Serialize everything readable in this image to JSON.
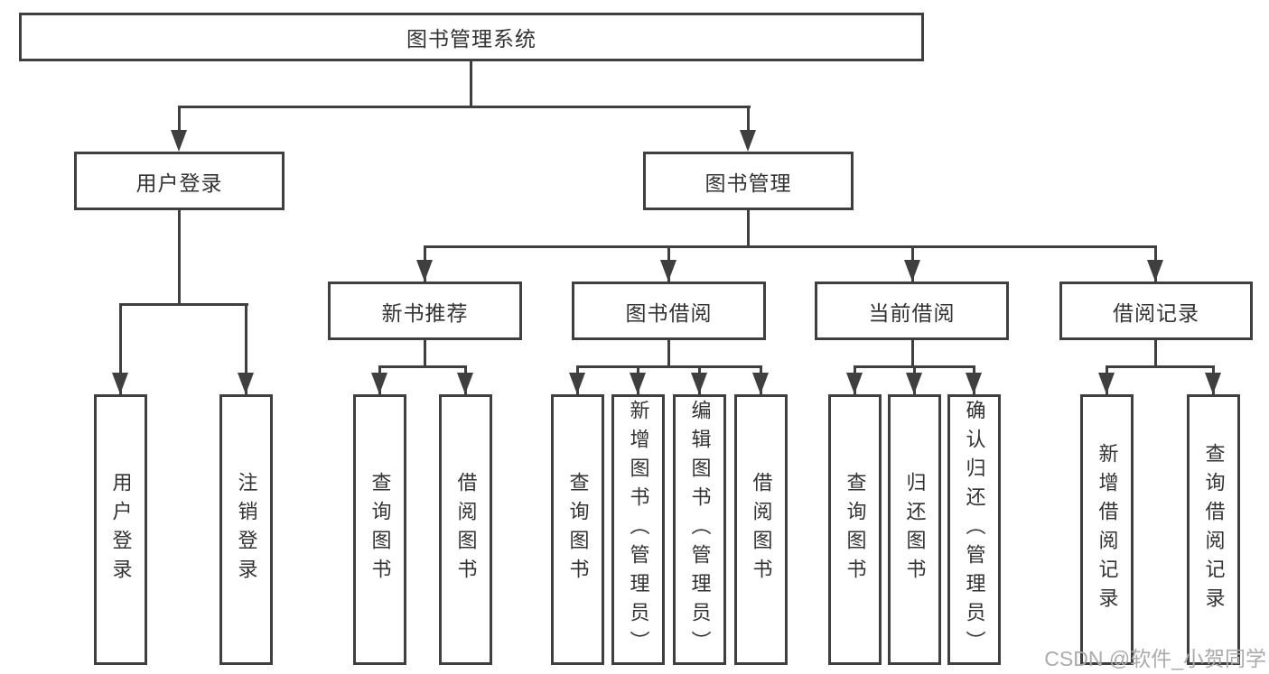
{
  "diagram": {
    "root": {
      "label": "图书管理系统"
    },
    "level2": [
      {
        "label": "用户登录"
      },
      {
        "label": "图书管理"
      }
    ],
    "level3": [
      {
        "label": "新书推荐"
      },
      {
        "label": "图书借阅"
      },
      {
        "label": "当前借阅"
      },
      {
        "label": "借阅记录"
      }
    ],
    "leaves": {
      "login": [
        {
          "label": "用户登录"
        },
        {
          "label": "注销登录"
        }
      ],
      "newbook": [
        {
          "label": "查询图书"
        },
        {
          "label": "借阅图书"
        }
      ],
      "borrow": [
        {
          "label": "查询图书"
        },
        {
          "label": "新增图书（管理员）"
        },
        {
          "label": "编辑图书（管理员）"
        },
        {
          "label": "借阅图书"
        }
      ],
      "current": [
        {
          "label": "查询图书"
        },
        {
          "label": "归还图书"
        },
        {
          "label": "确认归还（管理员）"
        }
      ],
      "records": [
        {
          "label": "新增借阅记录"
        },
        {
          "label": "查询借阅记录"
        }
      ]
    }
  },
  "watermark": {
    "text": "CSDN @软件_小贺同学"
  },
  "colors": {
    "line": "#3f3f3f",
    "text": "#333333",
    "watermark": "#ababab",
    "background": "#ffffff"
  }
}
